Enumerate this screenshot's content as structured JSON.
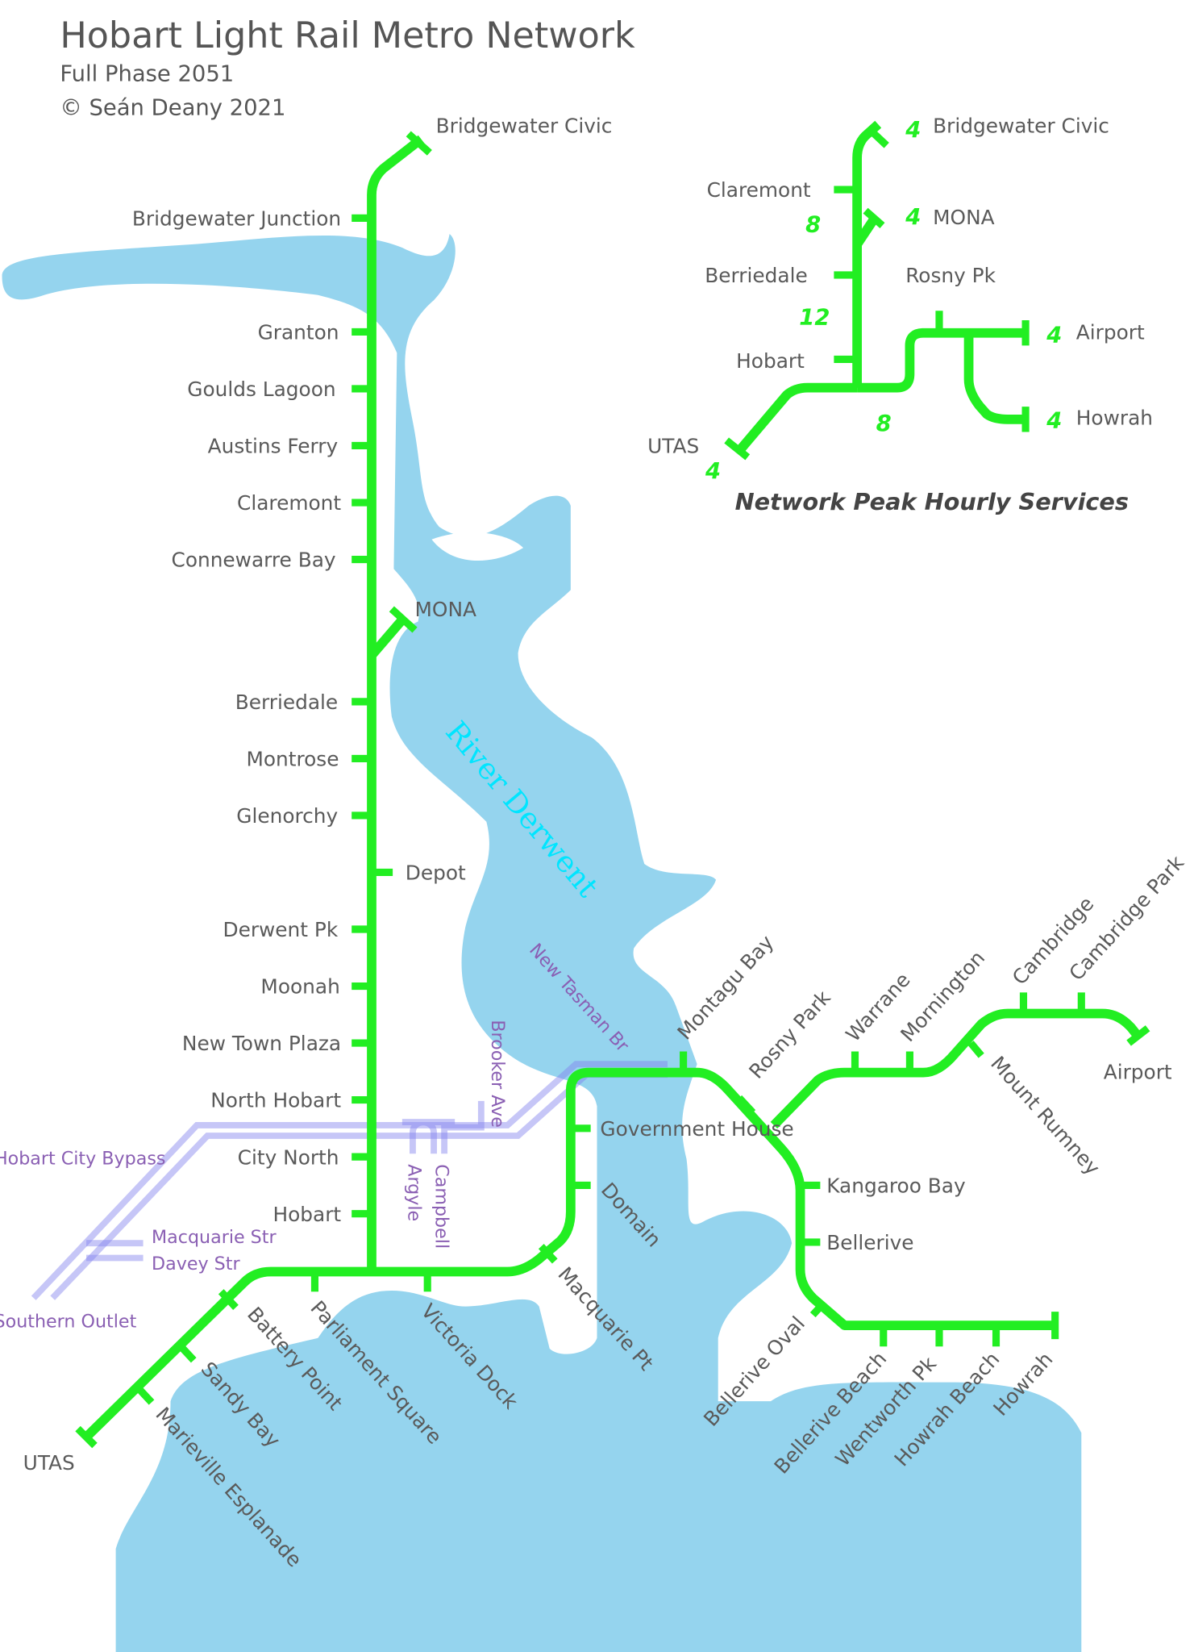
{
  "header": {
    "title": "Hobart Light Rail Metro Network",
    "subtitle": "Full Phase 2051",
    "credit": "© Seán Deany 2021"
  },
  "colors": {
    "line": "#22ee22",
    "water": "#95d4ee",
    "bypass": "#8080ee",
    "text": "#5a5a5a",
    "road_label": "#8a5fb3",
    "river_label": "#00e5ff"
  },
  "river_label": "River Derwent",
  "northern_line": [
    "Bridgewater Civic",
    "Bridgewater Junction",
    "Granton",
    "Goulds Lagoon",
    "Austins Ferry",
    "Claremont",
    "Connewarre Bay",
    "MONA",
    "Berriedale",
    "Montrose",
    "Glenorchy",
    "Depot",
    "Derwent Pk",
    "Moonah",
    "New Town Plaza",
    "North Hobart",
    "City North",
    "Hobart"
  ],
  "southern_stations": [
    "UTAS",
    "Battery Point",
    "Sandy Bay",
    "Marieville Esplanade",
    "Parliament Square",
    "Victoria Dock",
    "Macquarie Pt",
    "Government House",
    "Domain",
    "Montagu Bay",
    "Rosny Park"
  ],
  "eastern_stations": [
    "Warrane",
    "Mornington",
    "Mount Rumney",
    "Cambridge",
    "Cambridge Park",
    "Airport",
    "Kangaroo Bay",
    "Bellerive",
    "Bellerive Oval",
    "Bellerive Beach",
    "Wentworth Pk",
    "Howrah Beach",
    "Howrah"
  ],
  "roads": [
    "Hobart City Bypass",
    "Southern Outlet",
    "Macquarie Str",
    "Davey Str",
    "Argyle",
    "Campbell",
    "Brooker Ave",
    "New Tasman Br"
  ],
  "inset": {
    "title": "Network Peak Hourly Services",
    "stations": [
      "Bridgewater Civic",
      "Claremont",
      "MONA",
      "Berriedale",
      "Rosny Pk",
      "Hobart",
      "Airport",
      "Howrah",
      "UTAS"
    ],
    "services": {
      "bridgewater_civic": "4",
      "mona": "4",
      "claremont_berriedale": "8",
      "berriedale_hobart": "12",
      "eastern_trunk": "8",
      "airport": "4",
      "howrah": "4",
      "utas": "4"
    }
  }
}
